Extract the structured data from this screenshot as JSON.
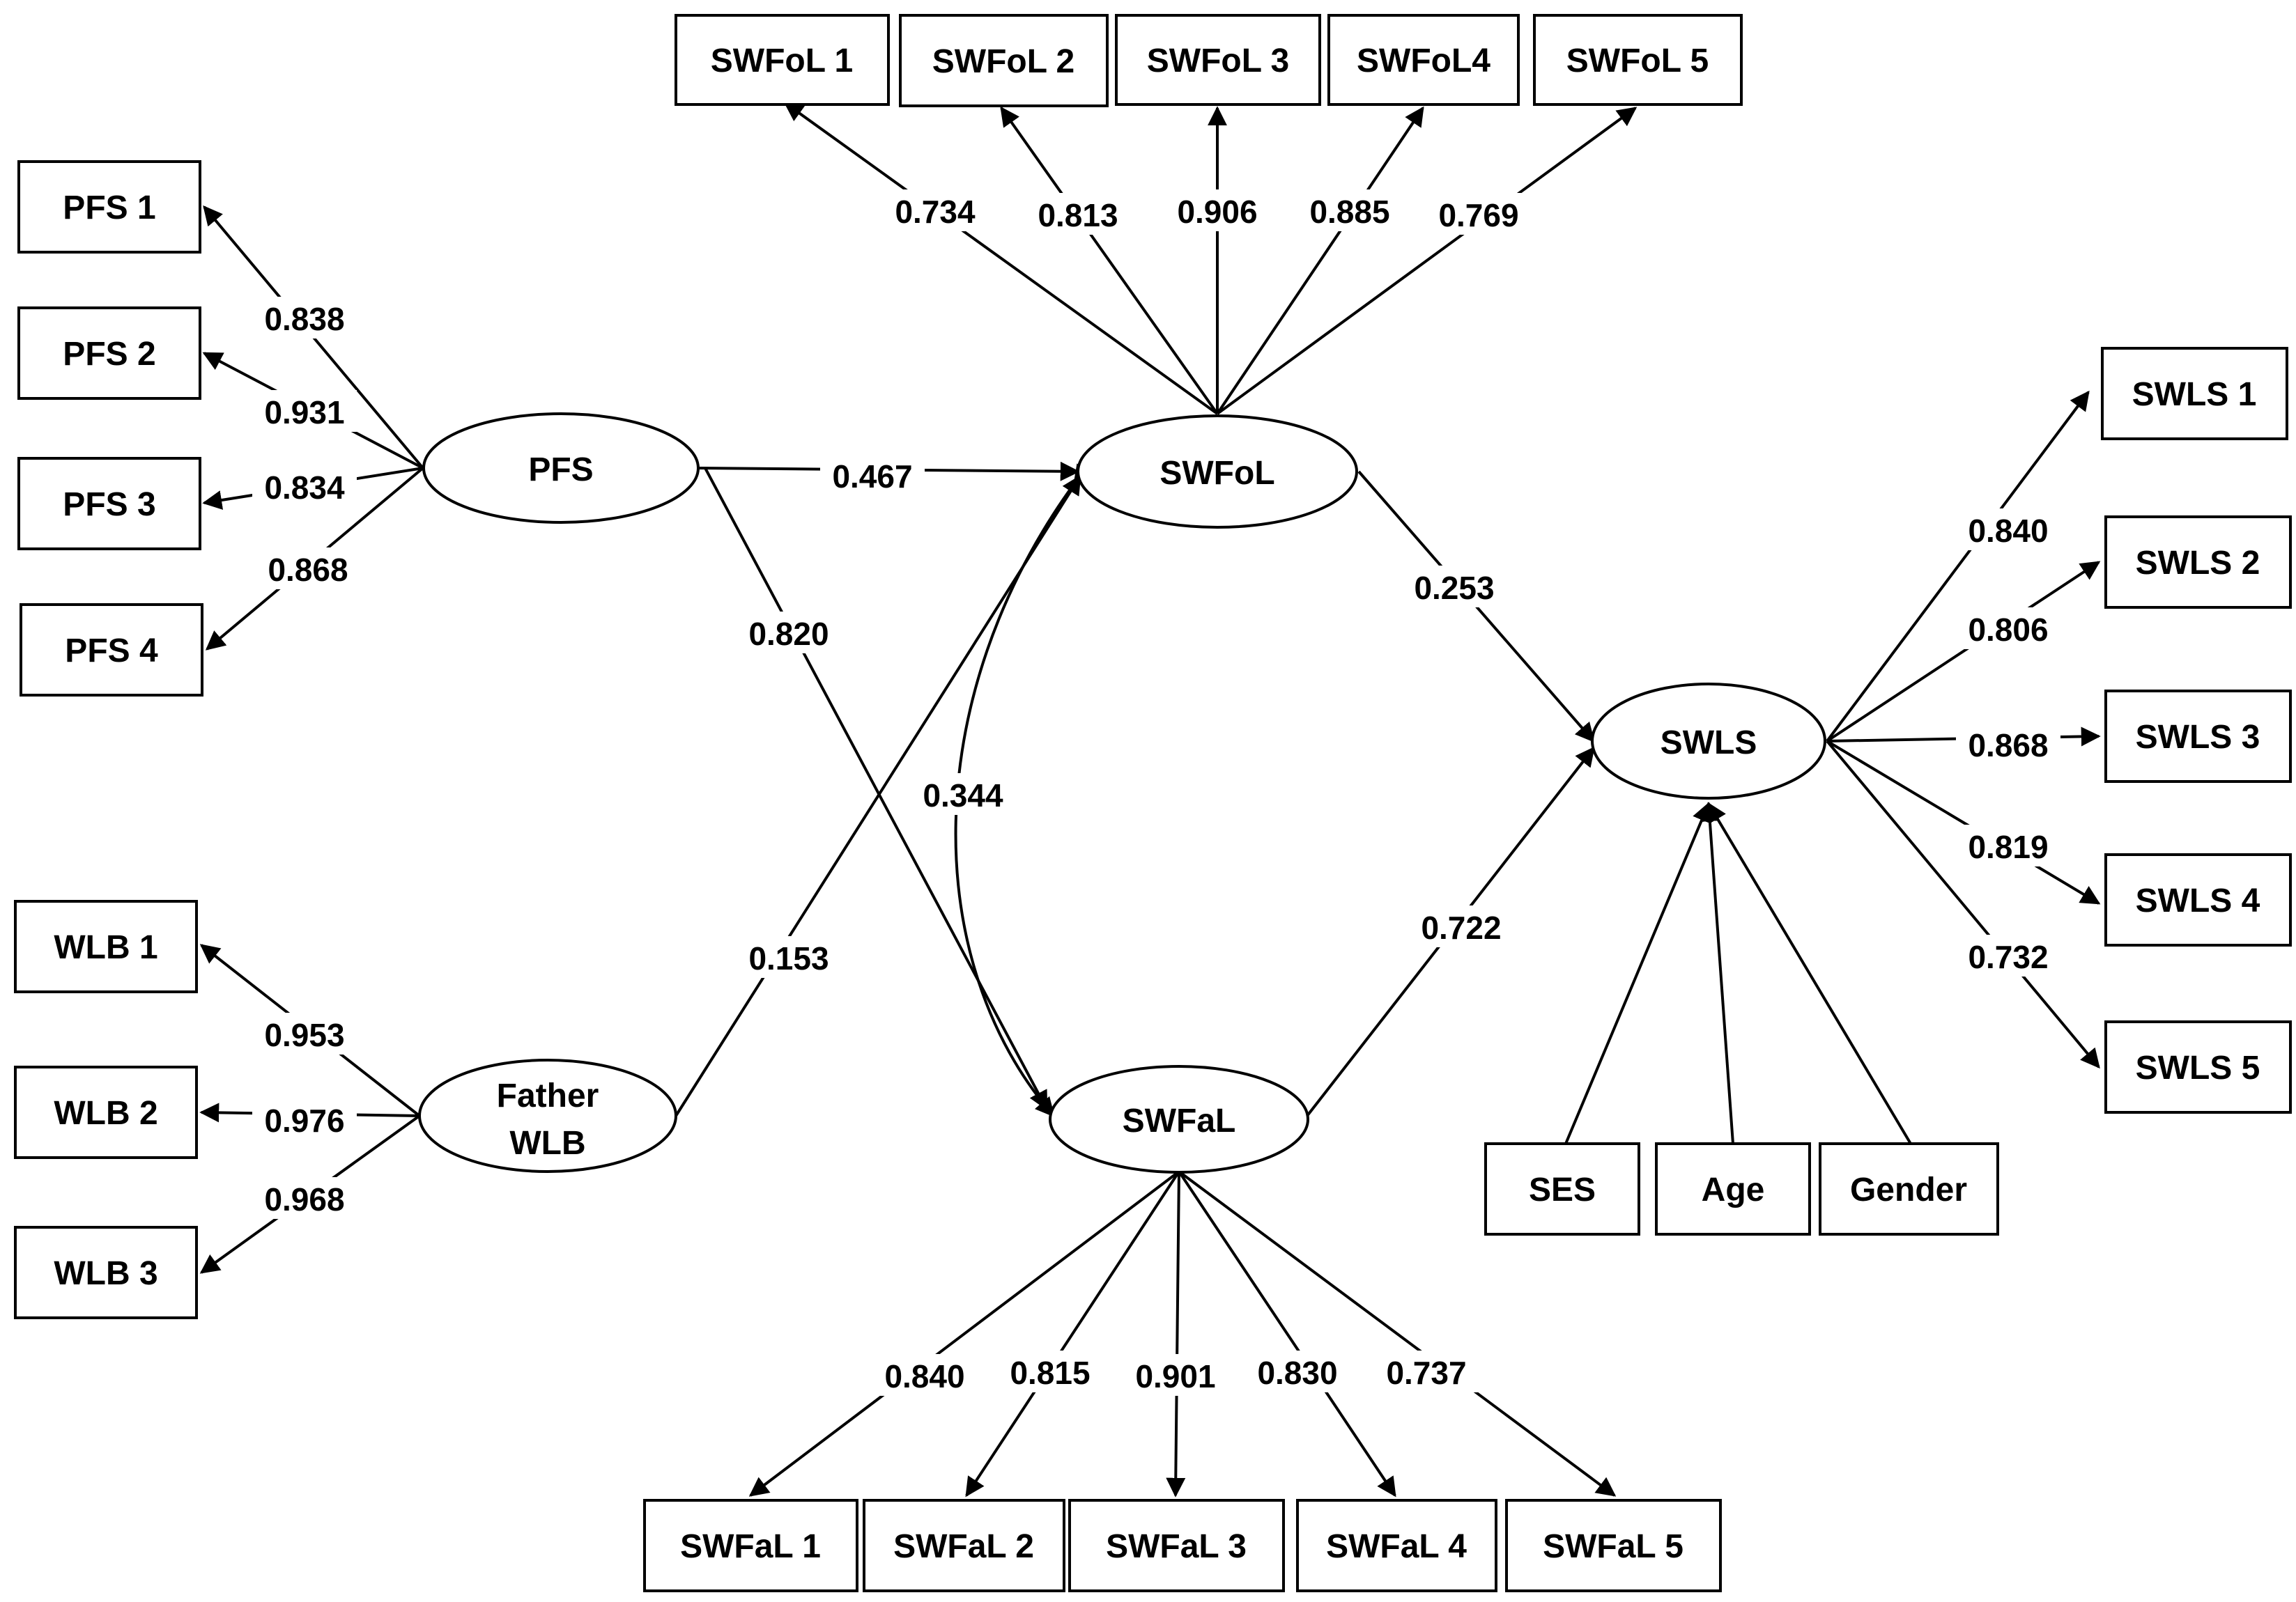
{
  "nodes": {
    "pfs1": "PFS 1",
    "pfs2": "PFS 2",
    "pfs3": "PFS 3",
    "pfs4": "PFS 4",
    "wlb1": "WLB 1",
    "wlb2": "WLB 2",
    "wlb3": "WLB 3",
    "swfol1": "SWFoL 1",
    "swfol2": "SWFoL 2",
    "swfol3": "SWFoL 3",
    "swfol4": "SWFoL4",
    "swfol5": "SWFoL 5",
    "swfal1": "SWFaL 1",
    "swfal2": "SWFaL 2",
    "swfal3": "SWFaL 3",
    "swfal4": "SWFaL 4",
    "swfal5": "SWFaL 5",
    "swls1": "SWLS 1",
    "swls2": "SWLS 2",
    "swls3": "SWLS 3",
    "swls4": "SWLS 4",
    "swls5": "SWLS 5",
    "ses": "SES",
    "age": "Age",
    "gender": "Gender",
    "pfs": "PFS",
    "father_wlb_line1": "Father",
    "father_wlb_line2": "WLB",
    "swfol": "SWFoL",
    "swfal": "SWFaL",
    "swls": "SWLS"
  },
  "coefficients": {
    "pfs_pfs1": "0.838",
    "pfs_pfs2": "0.931",
    "pfs_pfs3": "0.834",
    "pfs_pfs4": "0.868",
    "wlb_wlb1": "0.953",
    "wlb_wlb2": "0.976",
    "wlb_wlb3": "0.968",
    "swfol_1": "0.734",
    "swfol_2": "0.813",
    "swfol_3": "0.906",
    "swfol_4": "0.885",
    "swfol_5": "0.769",
    "swfal_1": "0.840",
    "swfal_2": "0.815",
    "swfal_3": "0.901",
    "swfal_4": "0.830",
    "swfal_5": "0.737",
    "swls_1": "0.840",
    "swls_2": "0.806",
    "swls_3": "0.868",
    "swls_4": "0.819",
    "swls_5": "0.732",
    "pfs_swfol": "0.467",
    "pfs_swfal": "0.820",
    "wlb_swfol": "0.153",
    "swfol_swfal": "0.344",
    "swfol_swls": "0.253",
    "swfal_swls": "0.722"
  }
}
